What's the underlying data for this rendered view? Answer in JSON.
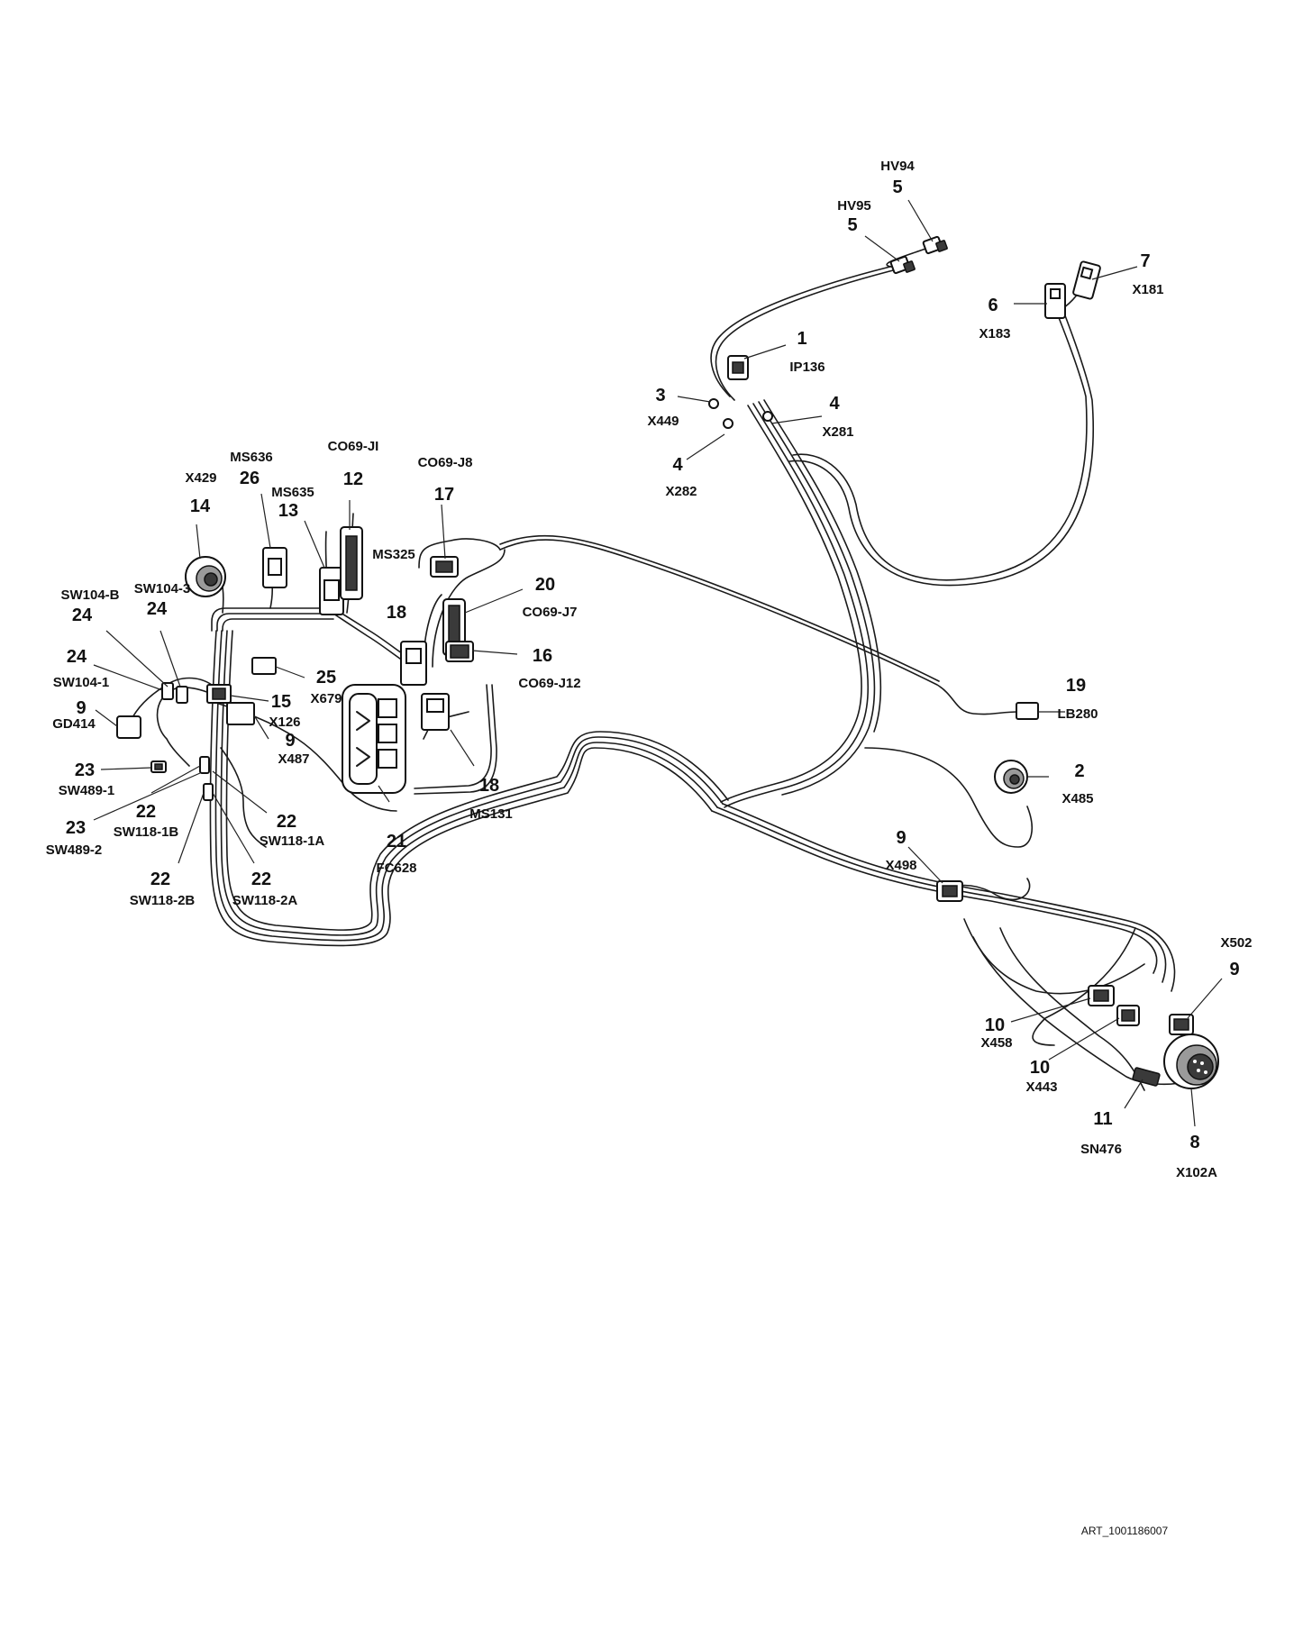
{
  "art_id": "ART_1001186007",
  "callouts": [
    {
      "num": "5",
      "code": "HV94"
    },
    {
      "num": "5",
      "code": "HV95"
    },
    {
      "num": "7",
      "code": "X181"
    },
    {
      "num": "6",
      "code": "X183"
    },
    {
      "num": "1",
      "code": "IP136"
    },
    {
      "num": "3",
      "code": "X449"
    },
    {
      "num": "4",
      "code": "X281"
    },
    {
      "num": "4",
      "code": "X282"
    },
    {
      "num": "12",
      "code": "CO69-JI"
    },
    {
      "num": "17",
      "code": "CO69-J8"
    },
    {
      "num": "26",
      "code": "MS636"
    },
    {
      "num": "14",
      "code": "X429"
    },
    {
      "num": "13",
      "code": "MS635"
    },
    {
      "num": "",
      "code": "MS325"
    },
    {
      "num": "20",
      "code": "CO69-J7"
    },
    {
      "num": "18",
      "code": ""
    },
    {
      "num": "16",
      "code": "CO69-J12"
    },
    {
      "num": "24",
      "code": "SW104-B"
    },
    {
      "num": "24",
      "code": "SW104-3"
    },
    {
      "num": "24",
      "code": "SW104-1"
    },
    {
      "num": "25",
      "code": "X679"
    },
    {
      "num": "15",
      "code": "X126"
    },
    {
      "num": "9",
      "code": "GD414"
    },
    {
      "num": "9",
      "code": "X487"
    },
    {
      "num": "19",
      "code": "LB280"
    },
    {
      "num": "2",
      "code": "X485"
    },
    {
      "num": "23",
      "code": "SW489-1"
    },
    {
      "num": "22",
      "code": "SW118-1B"
    },
    {
      "num": "22",
      "code": "SW118-1A"
    },
    {
      "num": "23",
      "code": "SW489-2"
    },
    {
      "num": "18",
      "code": "MS131"
    },
    {
      "num": "21",
      "code": "FC628"
    },
    {
      "num": "22",
      "code": "SW118-2B"
    },
    {
      "num": "22",
      "code": "SW118-2A"
    },
    {
      "num": "9",
      "code": "X498"
    },
    {
      "num": "9",
      "code": "X502"
    },
    {
      "num": "10",
      "code": "X458"
    },
    {
      "num": "10",
      "code": "X443"
    },
    {
      "num": "11",
      "code": "SN476"
    },
    {
      "num": "8",
      "code": "X102A"
    }
  ]
}
